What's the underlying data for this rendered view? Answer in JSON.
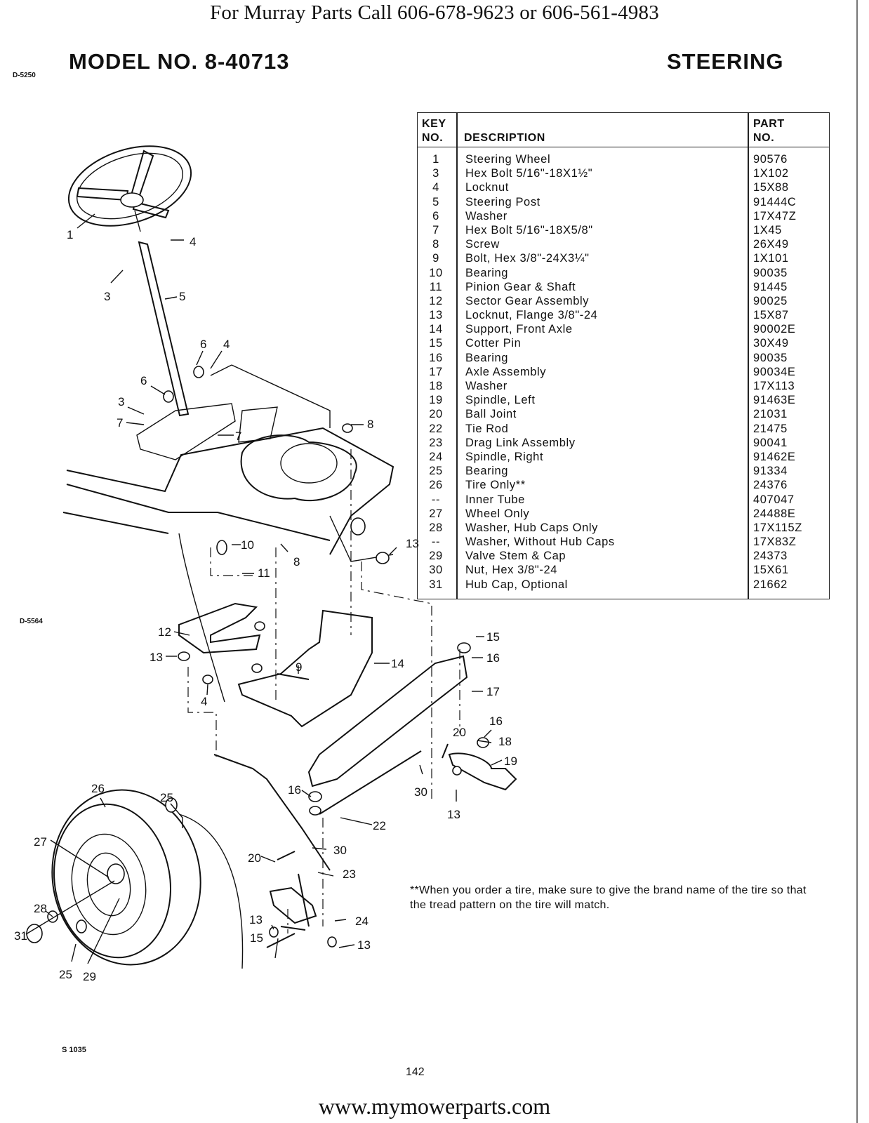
{
  "header": {
    "banner": "For Murray Parts Call 606-678-9623 or 606-561-4983",
    "model": "MODEL NO. 8-40713",
    "section": "STEERING"
  },
  "side_codes": {
    "top_left": "D-5250",
    "mid_left": "D-5564",
    "bottom": "S 1035"
  },
  "table": {
    "headers": {
      "key_line1": "KEY",
      "key_line2": "NO.",
      "description": "DESCRIPTION",
      "part_line1": "PART",
      "part_line2": "NO."
    },
    "rows": [
      {
        "key": "1",
        "description": "Steering Wheel",
        "part": "90576"
      },
      {
        "key": "3",
        "description": "Hex Bolt 5/16\"-18X1½\"",
        "part": "1X102"
      },
      {
        "key": "4",
        "description": "Locknut",
        "part": "15X88"
      },
      {
        "key": "5",
        "description": "Steering Post",
        "part": "91444C"
      },
      {
        "key": "6",
        "description": "Washer",
        "part": "17X47Z"
      },
      {
        "key": "7",
        "description": "Hex Bolt 5/16\"-18X5/8\"",
        "part": "1X45"
      },
      {
        "key": "8",
        "description": "Screw",
        "part": "26X49"
      },
      {
        "key": "9",
        "description": "Bolt, Hex 3/8\"-24X3¼\"",
        "part": "1X101"
      },
      {
        "key": "10",
        "description": "Bearing",
        "part": "90035"
      },
      {
        "key": "11",
        "description": "Pinion Gear & Shaft",
        "part": "91445"
      },
      {
        "key": "12",
        "description": "Sector Gear Assembly",
        "part": "90025"
      },
      {
        "key": "13",
        "description": "Locknut, Flange 3/8\"-24",
        "part": "15X87"
      },
      {
        "key": "14",
        "description": "Support, Front Axle",
        "part": "90002E"
      },
      {
        "key": "15",
        "description": "Cotter Pin",
        "part": "30X49"
      },
      {
        "key": "16",
        "description": "Bearing",
        "part": "90035"
      },
      {
        "key": "17",
        "description": "Axle Assembly",
        "part": "90034E"
      },
      {
        "key": "18",
        "description": "Washer",
        "part": "17X113"
      },
      {
        "key": "19",
        "description": "Spindle, Left",
        "part": "91463E"
      },
      {
        "key": "20",
        "description": "Ball Joint",
        "part": "21031"
      },
      {
        "key": "22",
        "description": "Tie Rod",
        "part": "21475"
      },
      {
        "key": "23",
        "description": "Drag Link Assembly",
        "part": "90041"
      },
      {
        "key": "24",
        "description": "Spindle, Right",
        "part": "91462E"
      },
      {
        "key": "25",
        "description": "Bearing",
        "part": "91334"
      },
      {
        "key": "26",
        "description": "Tire Only**",
        "part": "24376"
      },
      {
        "key": "--",
        "description": "Inner Tube",
        "part": "407047"
      },
      {
        "key": "27",
        "description": "Wheel Only",
        "part": "24488E"
      },
      {
        "key": "28",
        "description": "Washer, Hub Caps Only",
        "part": "17X115Z"
      },
      {
        "key": "--",
        "description": "Washer, Without Hub Caps",
        "part": "17X83Z"
      },
      {
        "key": "29",
        "description": "Valve Stem & Cap",
        "part": "24373"
      },
      {
        "key": "30",
        "description": "Nut, Hex 3/8\"-24",
        "part": "15X61"
      },
      {
        "key": "31",
        "description": "Hub Cap, Optional",
        "part": "21662"
      }
    ]
  },
  "callouts": {
    "c1": "1",
    "c3a": "3",
    "c4a": "4",
    "c5": "5",
    "c6a": "6",
    "c4b": "4",
    "c6b": "6",
    "c3b": "3",
    "c7a": "7",
    "c7b": "7",
    "c8a": "8",
    "c10": "10",
    "c8b": "8",
    "c11": "11",
    "c13a": "13",
    "c12": "12",
    "c13b": "13",
    "c4c": "4",
    "c9": "9",
    "c14": "14",
    "c15a": "15",
    "c16a": "16",
    "c17": "17",
    "c16b": "16",
    "c20a": "20",
    "c18": "18",
    "c19": "19",
    "c26": "26",
    "c25a": "25",
    "c16c": "16",
    "c30a": "30",
    "c13c": "13",
    "c22": "22",
    "c27": "27",
    "c20b": "20",
    "c30b": "30",
    "c23": "23",
    "c28": "28",
    "c13d": "13",
    "c24": "24",
    "c31": "31",
    "c15b": "15",
    "c13e": "13",
    "c25b": "25",
    "c29": "29"
  },
  "note": "**When you order a tire, make sure to give the brand name of the tire so that the tread pattern on the tire will match.",
  "page_number": "142",
  "footer": "www.mymowerparts.com"
}
